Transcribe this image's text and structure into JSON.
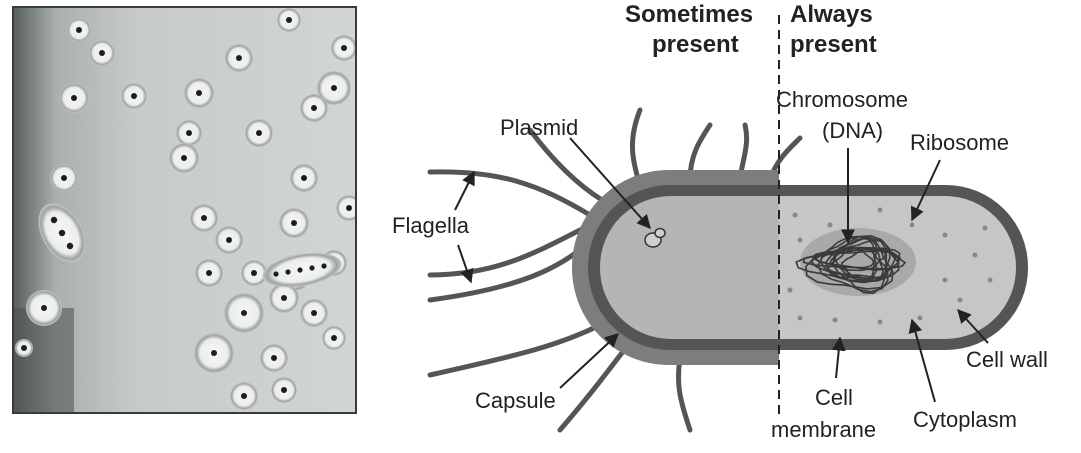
{
  "headers": {
    "sometimes_line1": "Sometimes",
    "sometimes_line2": "present",
    "always_line1": "Always",
    "always_line2": "present"
  },
  "labels": {
    "plasmid": "Plasmid",
    "chromosome_line1": "Chromosome",
    "chromosome_line2": "(DNA)",
    "ribosome": "Ribosome",
    "flagella": "Flagella",
    "capsule": "Capsule",
    "cell_membrane_line1": "Cell",
    "cell_membrane_line2": "membrane",
    "cytoplasm": "Cytoplasm",
    "cell_wall": "Cell wall"
  },
  "colors": {
    "capsule": "#7d7d7d",
    "cell_wall": "#555555",
    "cytoplasm_left": "#b5b5b5",
    "cytoplasm_right": "#c6c6c6",
    "flagella": "#555555",
    "text": "#222222",
    "micrograph_bg": "#c9cdca"
  }
}
